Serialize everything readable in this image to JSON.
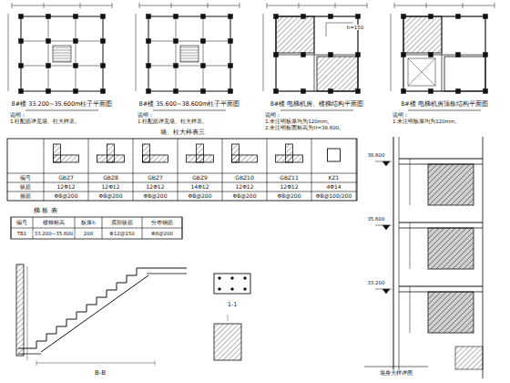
{
  "diagram": {
    "labels": [
      "8#楼 33.200~35.600m柱子平面图",
      "8#楼 35.600~38.600m柱子平面图",
      "8#楼 电梯机房、楼梯结构平面图",
      "8#楼 电梯机房顶板结构平面图",
      "说明：",
      "1.柱配筋详见墙、柱大样表。",
      "说明：",
      "1.柱配筋详见墙、柱大样表。",
      "说明：",
      "1.未注明板厚均为120mm。",
      "2.未注明板面标高为H=38.600。",
      "说明：",
      "1.未注明板厚均为120mm。",
      "墙、柱大样表三",
      "编号",
      "GBZ7",
      "GBZ8",
      "GBZ7",
      "GBZ9",
      "GBZ10",
      "GBZ11",
      "KZ1",
      "纵筋",
      "12Φ12",
      "12Φ12",
      "12Φ12",
      "14Φ12",
      "12Φ12",
      "12Φ12",
      "4Φ14",
      "箍筋",
      "Φ8@200",
      "Φ8@200",
      "Φ8@200",
      "Φ8@200",
      "Φ8@200",
      "Φ8@200",
      "Φ8@100/200",
      "梯 板 表",
      "编号",
      "楼梯标高",
      "板厚h",
      "底部纵筋",
      "分布钢筋",
      "TB1",
      "33.200~35.600",
      "200",
      "Φ12@150",
      "Φ8@200",
      "B-B",
      "1-1",
      "墙身大样详图",
      "38.600",
      "35.600",
      "33.200",
      "h=150"
    ]
  }
}
